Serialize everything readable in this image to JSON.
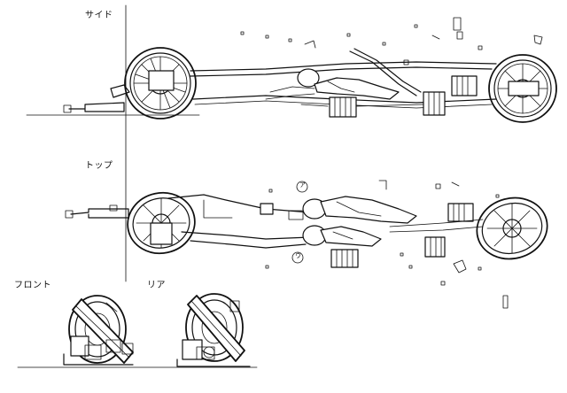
{
  "labels": {
    "side": "サイド",
    "top": "トップ",
    "front": "フロント",
    "rear": "リア",
    "marker_a": "ア",
    "marker_b": "ウ"
  },
  "colors": {
    "ink": "#111111",
    "paper": "#ffffff"
  }
}
